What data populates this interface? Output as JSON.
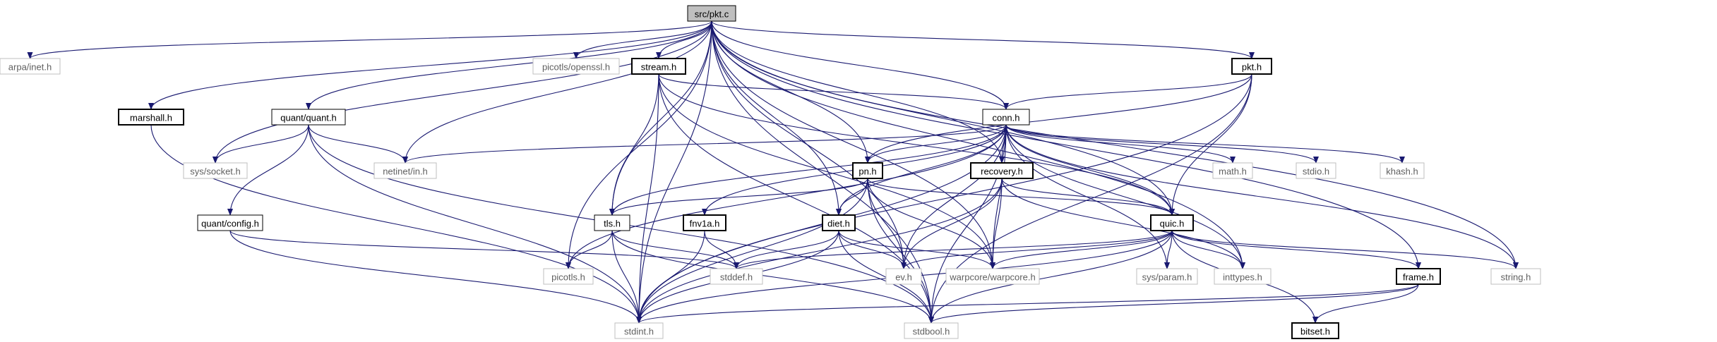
{
  "graph": {
    "edge_color": "#191970",
    "root_fill": "#bfbfbf",
    "external_border": "#bfbfbf",
    "nodes": [
      {
        "id": "src_pkt_c",
        "label": "src/pkt.c",
        "kind": "root"
      },
      {
        "id": "arpa_inet",
        "label": "arpa/inet.h",
        "kind": "ext"
      },
      {
        "id": "marshall",
        "label": "marshall.h",
        "kind": "bold"
      },
      {
        "id": "quant_quant",
        "label": "quant/quant.h",
        "kind": "solid"
      },
      {
        "id": "picotls_openssl",
        "label": "picotls/openssl.h",
        "kind": "ext"
      },
      {
        "id": "stream",
        "label": "stream.h",
        "kind": "bold"
      },
      {
        "id": "pkt",
        "label": "pkt.h",
        "kind": "bold"
      },
      {
        "id": "sys_socket",
        "label": "sys/socket.h",
        "kind": "ext"
      },
      {
        "id": "netinet_in",
        "label": "netinet/in.h",
        "kind": "ext"
      },
      {
        "id": "conn",
        "label": "conn.h",
        "kind": "solid"
      },
      {
        "id": "quant_config",
        "label": "quant/config.h",
        "kind": "solid"
      },
      {
        "id": "tls",
        "label": "tls.h",
        "kind": "solid"
      },
      {
        "id": "pn",
        "label": "pn.h",
        "kind": "bold"
      },
      {
        "id": "recovery",
        "label": "recovery.h",
        "kind": "bold"
      },
      {
        "id": "fnv1a",
        "label": "fnv1a.h",
        "kind": "bold"
      },
      {
        "id": "diet",
        "label": "diet.h",
        "kind": "bold"
      },
      {
        "id": "quic",
        "label": "quic.h",
        "kind": "bold"
      },
      {
        "id": "math",
        "label": "math.h",
        "kind": "ext"
      },
      {
        "id": "stdio",
        "label": "stdio.h",
        "kind": "ext"
      },
      {
        "id": "khash",
        "label": "khash.h",
        "kind": "ext"
      },
      {
        "id": "picotls",
        "label": "picotls.h",
        "kind": "ext"
      },
      {
        "id": "stddef",
        "label": "stddef.h",
        "kind": "ext"
      },
      {
        "id": "ev",
        "label": "ev.h",
        "kind": "ext"
      },
      {
        "id": "warpcore",
        "label": "warpcore/warpcore.h",
        "kind": "ext"
      },
      {
        "id": "sys_param",
        "label": "sys/param.h",
        "kind": "ext"
      },
      {
        "id": "inttypes",
        "label": "inttypes.h",
        "kind": "ext"
      },
      {
        "id": "frame",
        "label": "frame.h",
        "kind": "bold"
      },
      {
        "id": "string",
        "label": "string.h",
        "kind": "ext"
      },
      {
        "id": "stdint",
        "label": "stdint.h",
        "kind": "ext"
      },
      {
        "id": "stdbool",
        "label": "stdbool.h",
        "kind": "ext"
      },
      {
        "id": "bitset",
        "label": "bitset.h",
        "kind": "bold"
      }
    ],
    "edges": [
      [
        "src_pkt_c",
        "arpa_inet"
      ],
      [
        "src_pkt_c",
        "stdint"
      ],
      [
        "src_pkt_c",
        "marshall"
      ],
      [
        "src_pkt_c",
        "sys_socket"
      ],
      [
        "src_pkt_c",
        "quant_quant"
      ],
      [
        "src_pkt_c",
        "netinet_in"
      ],
      [
        "src_pkt_c",
        "picotls"
      ],
      [
        "src_pkt_c",
        "tls"
      ],
      [
        "src_pkt_c",
        "picotls_openssl"
      ],
      [
        "src_pkt_c",
        "stream"
      ],
      [
        "src_pkt_c",
        "ev"
      ],
      [
        "src_pkt_c",
        "diet"
      ],
      [
        "src_pkt_c",
        "pn"
      ],
      [
        "src_pkt_c",
        "conn"
      ],
      [
        "src_pkt_c",
        "recovery"
      ],
      [
        "src_pkt_c",
        "pkt"
      ],
      [
        "src_pkt_c",
        "quic"
      ],
      [
        "src_pkt_c",
        "warpcore"
      ],
      [
        "src_pkt_c",
        "inttypes"
      ],
      [
        "src_pkt_c",
        "frame"
      ],
      [
        "src_pkt_c",
        "string"
      ],
      [
        "src_pkt_c",
        "stdbool"
      ],
      [
        "marshall",
        "stdint"
      ],
      [
        "quant_quant",
        "sys_socket"
      ],
      [
        "quant_quant",
        "netinet_in"
      ],
      [
        "quant_quant",
        "quant_config"
      ],
      [
        "quant_quant",
        "stdint"
      ],
      [
        "quant_quant",
        "stdbool"
      ],
      [
        "quant_config",
        "stddef"
      ],
      [
        "quant_config",
        "stdint"
      ],
      [
        "stream",
        "stdint"
      ],
      [
        "stream",
        "stdbool"
      ],
      [
        "stream",
        "tls"
      ],
      [
        "stream",
        "conn"
      ],
      [
        "stream",
        "warpcore"
      ],
      [
        "stream",
        "quic"
      ],
      [
        "pkt",
        "conn"
      ],
      [
        "pkt",
        "pn"
      ],
      [
        "pkt",
        "quic"
      ],
      [
        "pkt",
        "stdint"
      ],
      [
        "pkt",
        "stdbool"
      ],
      [
        "conn",
        "netinet_in"
      ],
      [
        "conn",
        "stdint"
      ],
      [
        "conn",
        "stdbool"
      ],
      [
        "conn",
        "picotls"
      ],
      [
        "conn",
        "tls"
      ],
      [
        "conn",
        "fnv1a"
      ],
      [
        "conn",
        "pn"
      ],
      [
        "conn",
        "diet"
      ],
      [
        "conn",
        "recovery"
      ],
      [
        "conn",
        "quic"
      ],
      [
        "conn",
        "ev"
      ],
      [
        "conn",
        "warpcore"
      ],
      [
        "conn",
        "math"
      ],
      [
        "conn",
        "stdio"
      ],
      [
        "conn",
        "khash"
      ],
      [
        "conn",
        "sys_param"
      ],
      [
        "conn",
        "inttypes"
      ],
      [
        "conn",
        "string"
      ],
      [
        "tls",
        "picotls"
      ],
      [
        "tls",
        "stddef"
      ],
      [
        "tls",
        "stdint"
      ],
      [
        "tls",
        "stdbool"
      ],
      [
        "pn",
        "tls"
      ],
      [
        "pn",
        "diet"
      ],
      [
        "pn",
        "quic"
      ],
      [
        "pn",
        "ev"
      ],
      [
        "pn",
        "warpcore"
      ],
      [
        "pn",
        "stdint"
      ],
      [
        "pn",
        "stdbool"
      ],
      [
        "recovery",
        "quic"
      ],
      [
        "recovery",
        "ev"
      ],
      [
        "recovery",
        "warpcore"
      ],
      [
        "recovery",
        "stdint"
      ],
      [
        "recovery",
        "inttypes"
      ],
      [
        "fnv1a",
        "stddef"
      ],
      [
        "fnv1a",
        "stdint"
      ],
      [
        "diet",
        "stddef"
      ],
      [
        "diet",
        "stdint"
      ],
      [
        "diet",
        "stdbool"
      ],
      [
        "diet",
        "ev"
      ],
      [
        "diet",
        "warpcore"
      ],
      [
        "quic",
        "stddef"
      ],
      [
        "quic",
        "ev"
      ],
      [
        "quic",
        "warpcore"
      ],
      [
        "quic",
        "sys_param"
      ],
      [
        "quic",
        "inttypes"
      ],
      [
        "quic",
        "frame"
      ],
      [
        "quic",
        "string"
      ],
      [
        "quic",
        "stdint"
      ],
      [
        "quic",
        "stdbool"
      ],
      [
        "quic",
        "bitset"
      ],
      [
        "frame",
        "stdint"
      ],
      [
        "frame",
        "stdbool"
      ],
      [
        "frame",
        "bitset"
      ]
    ]
  }
}
